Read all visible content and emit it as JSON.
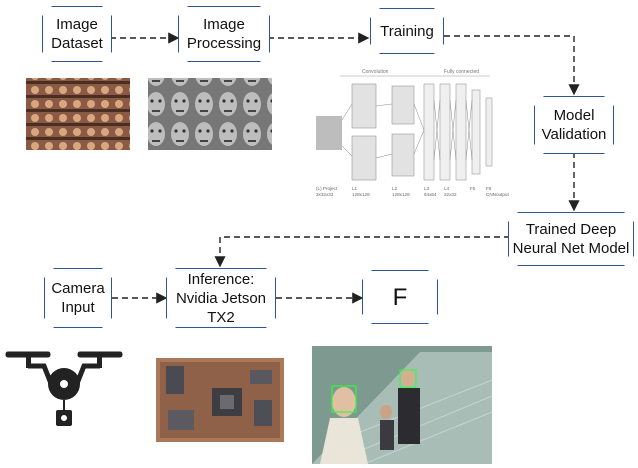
{
  "nodes": {
    "image_dataset": "Image\nDataset",
    "image_processing": "Image\nProcessing",
    "training": "Training",
    "model_validation": "Model\nValidation",
    "trained_model": "Trained Deep\nNeural Net Model",
    "camera_input": "Camera\nInput",
    "inference": "Inference:\nNvidia Jetson\nTX2",
    "output": "F"
  },
  "network_figure": {
    "section_labels": [
      "Convolution",
      "Fully connected"
    ],
    "layer_labels": [
      "(L) Project\n3x32x32",
      "L1\n128x128",
      "L2\n128x128",
      "L3\n64x64",
      "L4\n32x32",
      "F5",
      "F6\nCNNoutput"
    ]
  },
  "colors": {
    "node_border": "#2f5597",
    "arrow": "#222222"
  }
}
